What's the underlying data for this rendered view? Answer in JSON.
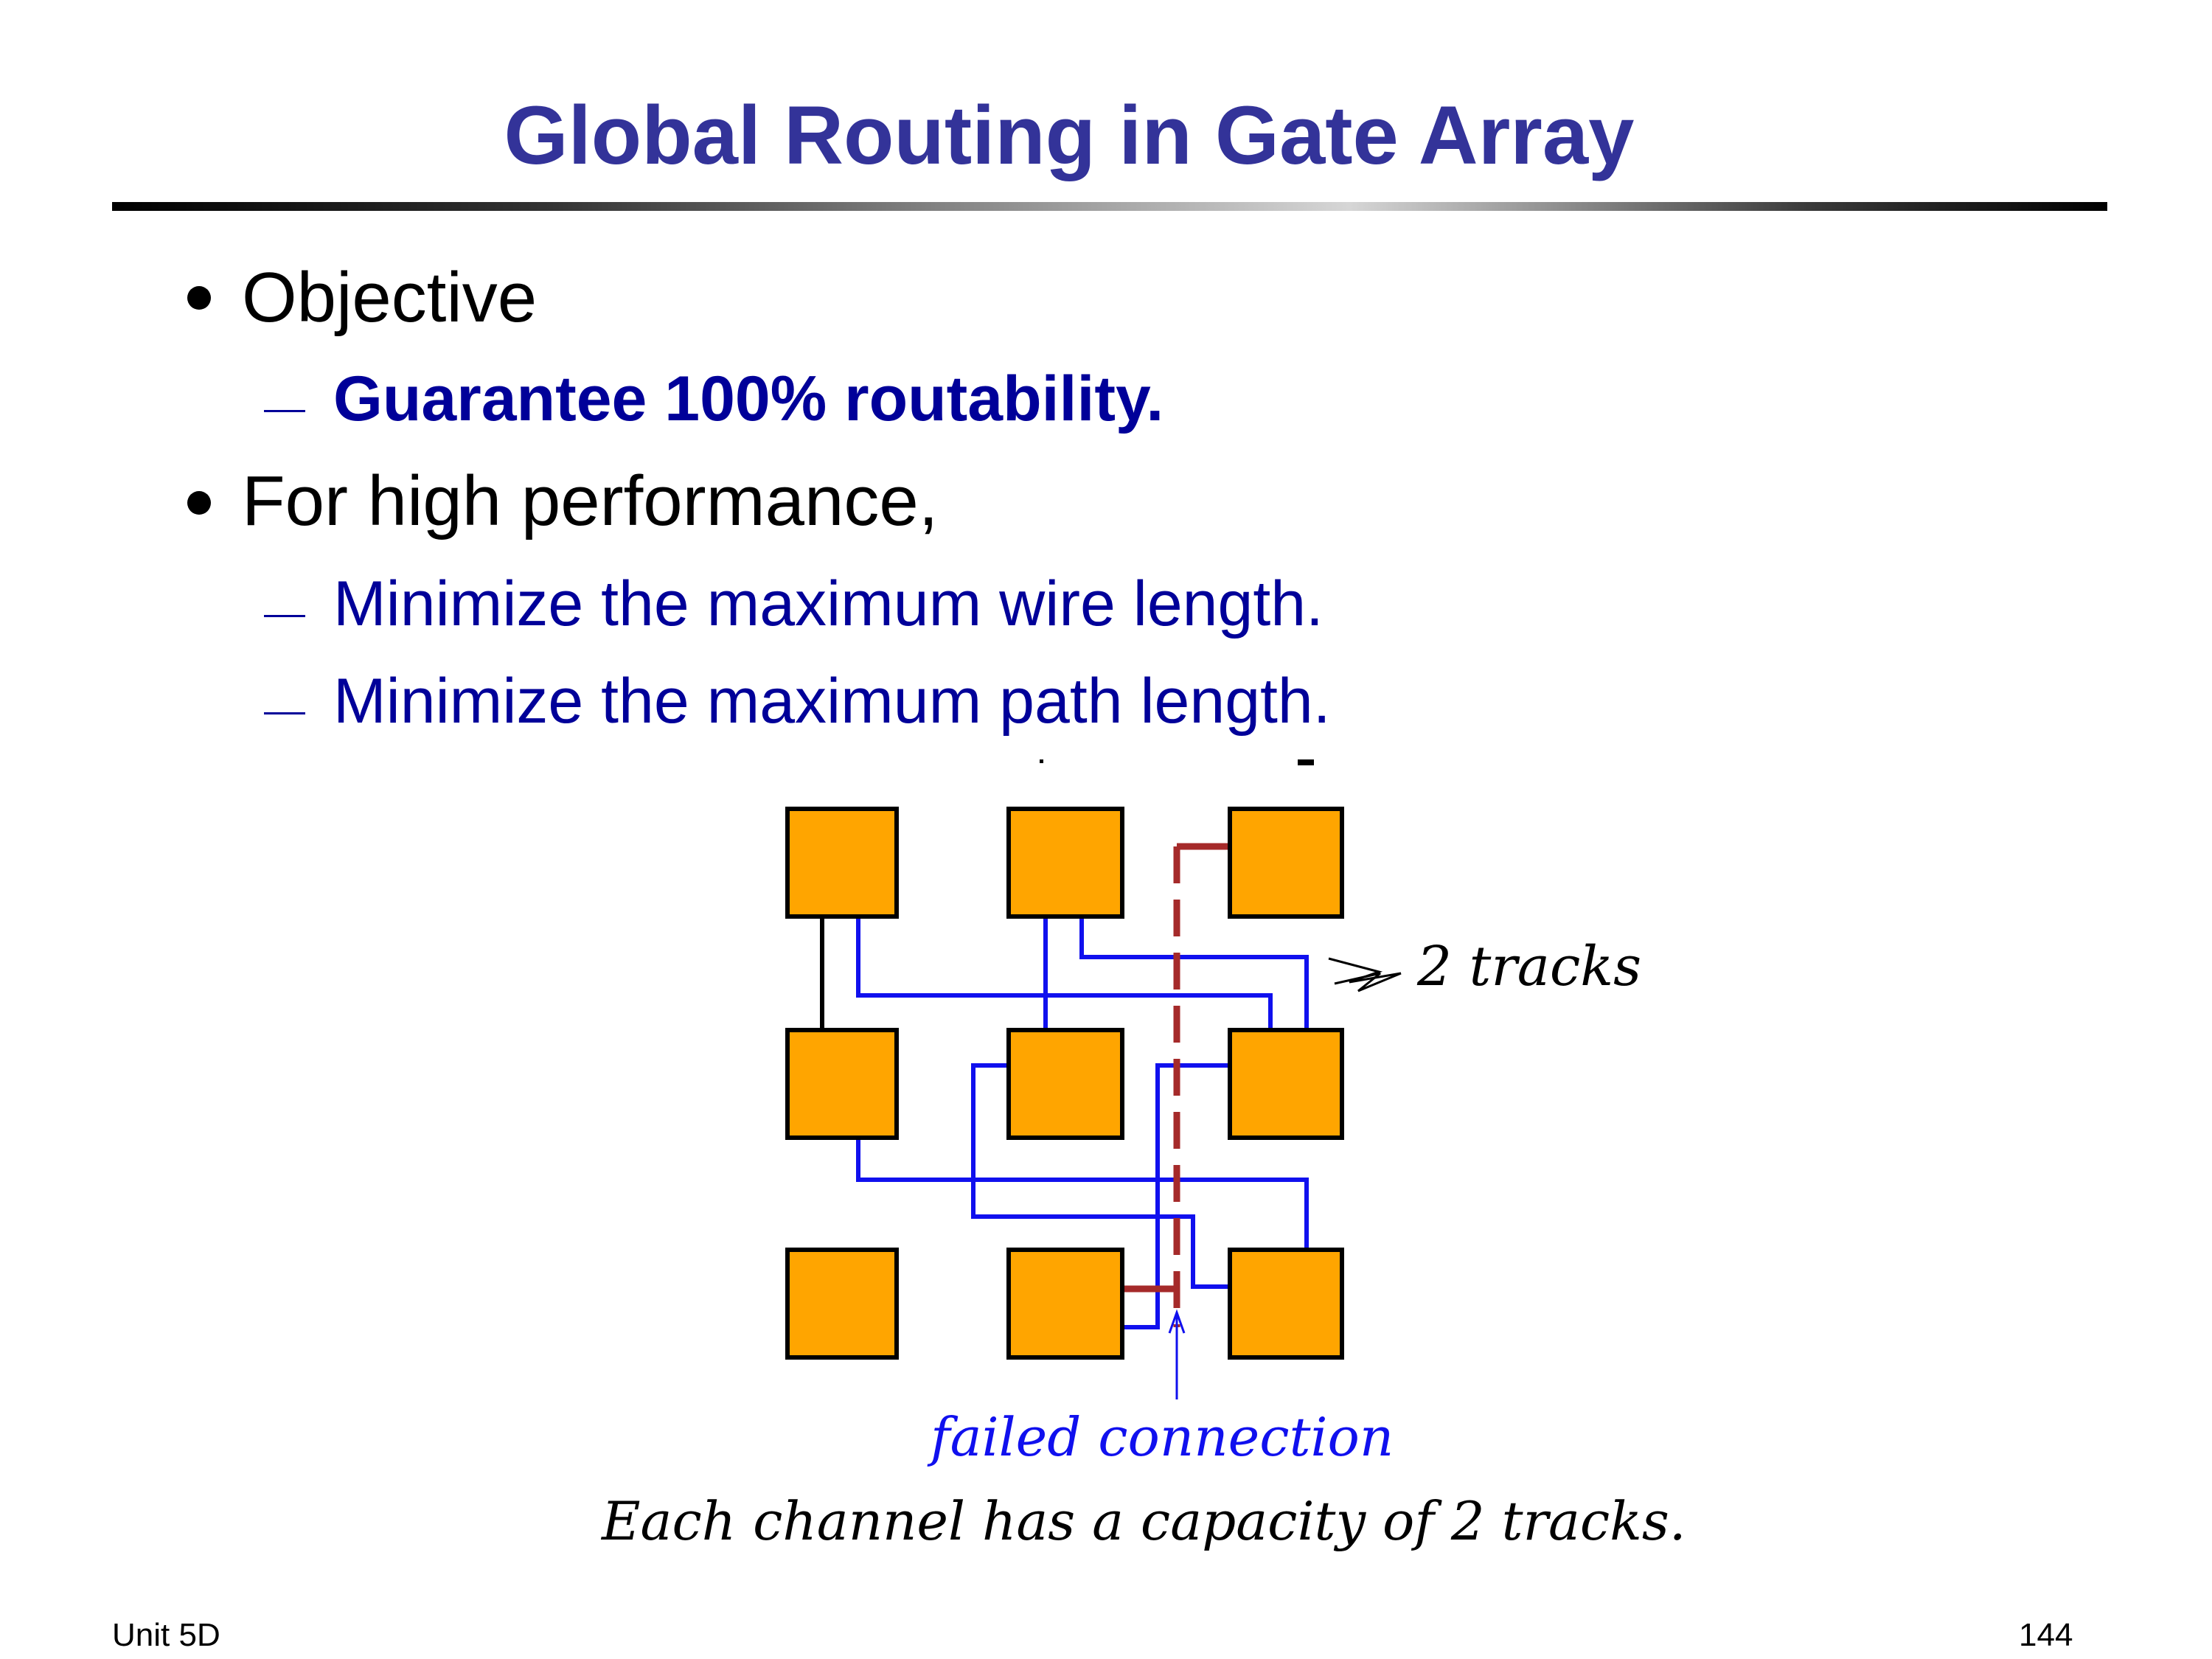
{
  "slide": {
    "title": "Global Routing in Gate Array",
    "bullets": [
      {
        "text": "Objective",
        "subs": [
          "Guarantee 100% routability."
        ]
      },
      {
        "text": "For high performance,",
        "subs": [
          "Minimize the maximum wire length.",
          "Minimize the maximum path length."
        ]
      }
    ]
  },
  "diagram": {
    "tracks_label": "2 tracks",
    "failed_label": "failed connection",
    "caption": "Each channel has a capacity of 2 tracks.",
    "colors": {
      "cell": "#ffa500",
      "wire": "#1010ee",
      "failed": "#a52a2a",
      "title": "#333399"
    }
  },
  "footer": {
    "left": "Unit 5D",
    "right": "144"
  }
}
